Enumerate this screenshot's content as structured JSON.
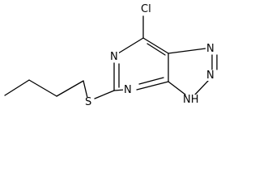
{
  "molecule": {
    "atoms": {
      "chlorine": "Cl",
      "pyrimidine_n1": "N",
      "pyrimidine_n3": "N",
      "sulfur": "S",
      "triazole_n1": "N",
      "triazole_n2": "N",
      "triazole_nh": "NH"
    }
  }
}
